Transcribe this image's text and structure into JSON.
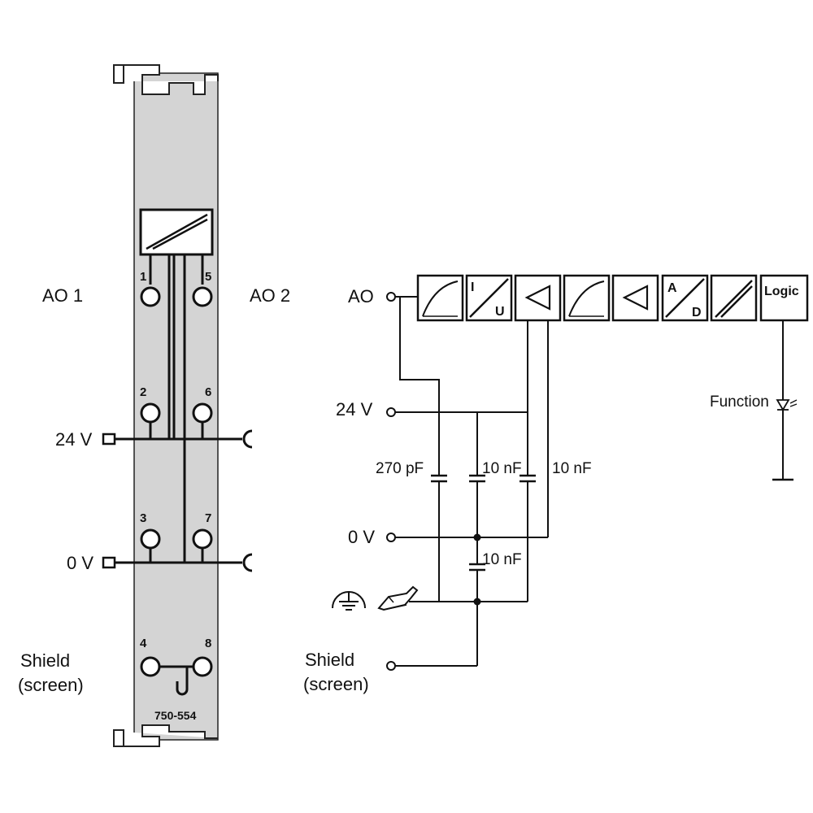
{
  "module": {
    "part_number": "750-554",
    "channel_left": "AO 1",
    "channel_right": "AO 2",
    "label_24v": "24 V",
    "label_0v": "0 V",
    "shield_line1": "Shield",
    "shield_line2": "(screen)",
    "pins": [
      "1",
      "2",
      "3",
      "4",
      "5",
      "6",
      "7",
      "8"
    ]
  },
  "schematic": {
    "input_ao": "AO",
    "input_24v": "24 V",
    "input_0v": "0 V",
    "shield_line1": "Shield",
    "shield_line2": "(screen)",
    "cap_270pf": "270 pF",
    "cap_10nf_a": "10 nF",
    "cap_10nf_b": "10 nF",
    "cap_10nf_c": "10 nF",
    "block_iu_top": "I",
    "block_iu_bottom": "U",
    "block_ad_top": "A",
    "block_ad_bottom": "D",
    "block_logic": "Logic",
    "function_label": "Function",
    "blocks": [
      "filter-curve",
      "current-to-voltage",
      "amplifier",
      "filter-curve",
      "amplifier",
      "analog-to-digital",
      "isolation",
      "logic"
    ]
  },
  "colors": {
    "module_fill": "#d4d4d4",
    "line": "#111111",
    "background": "#ffffff"
  }
}
